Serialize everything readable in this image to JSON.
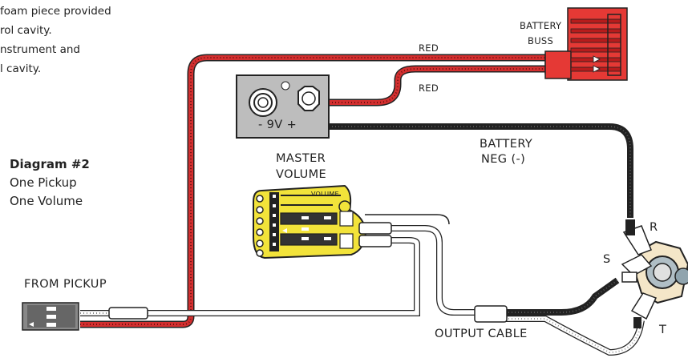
{
  "instructions": {
    "line1": "foam piece provided",
    "line2": "rol cavity.",
    "line3": "nstrument and",
    "line4": "l cavity."
  },
  "diagram": {
    "title": "Diagram #2",
    "subtitle1": "One Pickup",
    "subtitle2": "One Volume"
  },
  "labels": {
    "battery_buss_1": "BATTERY",
    "battery_buss_2": "BUSS",
    "red_top": "RED",
    "red_mid": "RED",
    "battery_neg_1": "BATTERY",
    "battery_neg_2": "NEG (-)",
    "master_volume_1": "MASTER",
    "master_volume_2": "VOLUME",
    "volume_board": "VOLUME",
    "nine_volt": "- 9V +",
    "from_pickup": "FROM PICKUP",
    "output_cable": "OUTPUT CABLE",
    "jack_r": "R",
    "jack_s": "S",
    "jack_t": "T"
  },
  "colors": {
    "red_wire": "#d32f2f",
    "black_wire": "#222222",
    "board_yellow": "#f2e33a",
    "buss_red": "#e53935",
    "battery_gray": "#bdbdbd"
  }
}
